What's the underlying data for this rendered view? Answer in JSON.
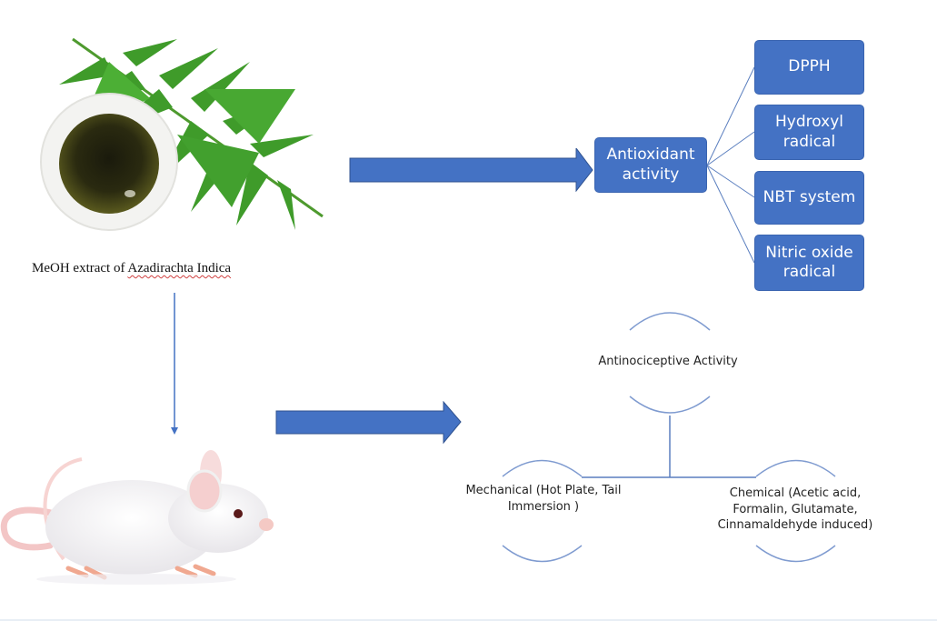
{
  "source": {
    "extract_label_prefix": "MeOH extract of ",
    "extract_label_species": "Azadirachta Indica",
    "images": [
      "neem-leaves-with-extract-bowl",
      "white-laboratory-mouse"
    ]
  },
  "antioxidant": {
    "title": "Antioxidant activity",
    "assays": [
      {
        "label": "DPPH"
      },
      {
        "label": "Hydroxyl radical"
      },
      {
        "label": "NBT system"
      },
      {
        "label": "Nitric oxide radical"
      }
    ]
  },
  "antinociceptive": {
    "title": "Antinociceptive Activity",
    "branches": [
      {
        "label": "Mechanical (Hot Plate, Tail Immersion )"
      },
      {
        "label": "Chemical (Acetic acid, Formalin, Glutamate, Cinnamaldehyde induced)"
      }
    ]
  },
  "colors": {
    "accent_blue": "#4472c4",
    "connector_blue": "#5b7fbf",
    "arc_blue": "#7f9bd0"
  }
}
